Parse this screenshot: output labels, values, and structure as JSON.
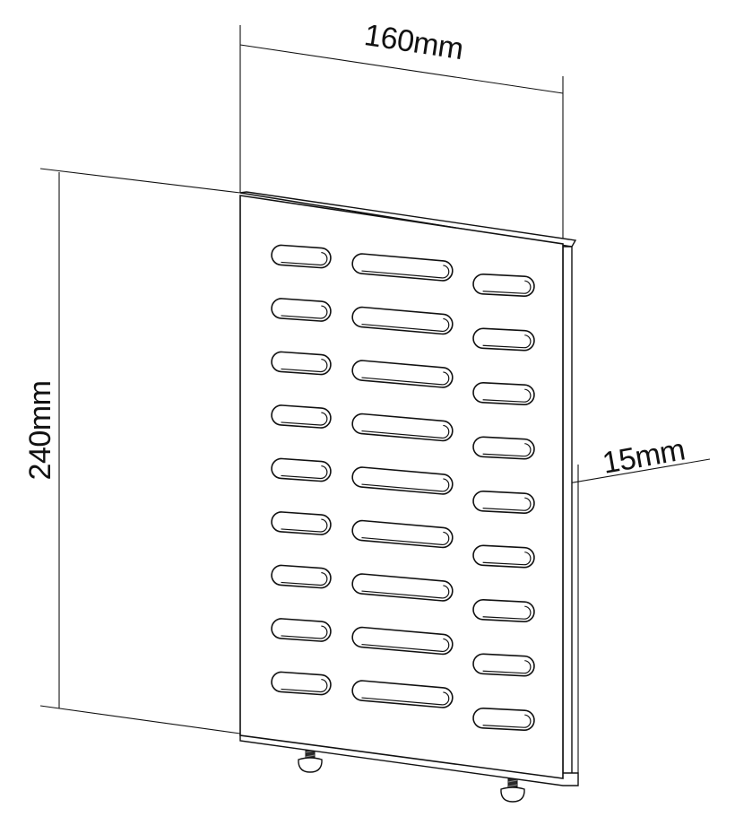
{
  "dimensions": {
    "width_label": "160mm",
    "height_label": "240mm",
    "depth_label": "15mm"
  },
  "slots": {
    "rows": 9,
    "columns": 3
  },
  "fasteners": {
    "count": 2
  }
}
